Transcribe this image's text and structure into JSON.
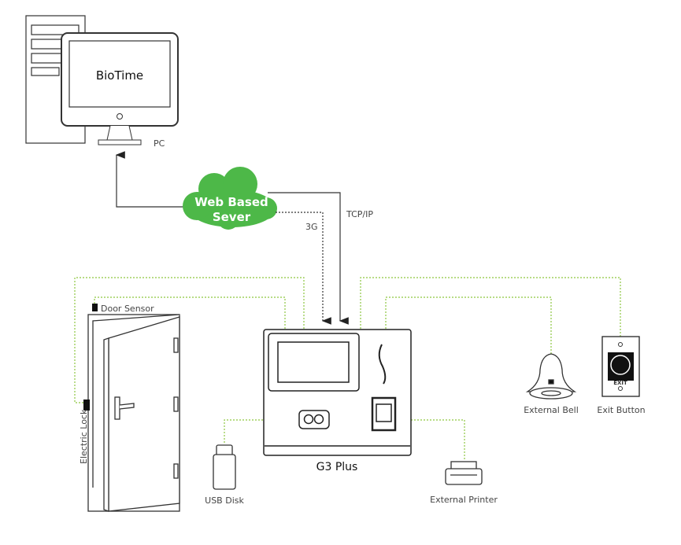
{
  "monitor_text": "BioTime",
  "pc_label": "PC",
  "cloud_label_line1": "Web Based",
  "cloud_label_line2": "Sever",
  "link_3g": "3G",
  "link_tcpip": "TCP/IP",
  "door_sensor": "Door Sensor",
  "electric_lock": "Electric Lock",
  "device_label": "G3 Plus",
  "usb_disk": "USB Disk",
  "external_printer": "External Printer",
  "external_bell": "External Bell",
  "exit_button": "Exit Button",
  "exit_text": "EXIT",
  "colors": {
    "cloud": "#4db848",
    "dotted_wire": "#8dc63f",
    "line": "#333333"
  }
}
